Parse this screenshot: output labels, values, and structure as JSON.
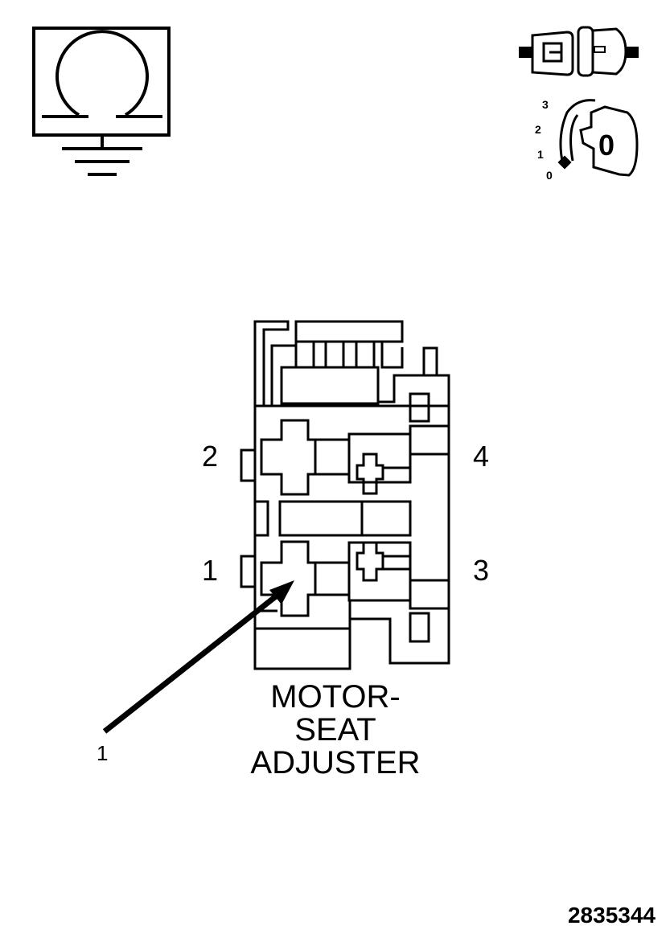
{
  "symbols": {
    "ohmmeter": {
      "icon": "ohmmeter-ground-icon",
      "glyph": "Ω"
    },
    "connector": {
      "icon": "connector-disconnected-icon"
    },
    "ignition": {
      "icon": "ignition-key-icon",
      "positions": [
        "3",
        "2",
        "1",
        "0"
      ],
      "key_label": "0"
    }
  },
  "connector_view": {
    "pin_labels": {
      "top_left": "2",
      "bottom_left": "1",
      "top_right": "4",
      "bottom_right": "3"
    },
    "title_lines": [
      "MOTOR-",
      "SEAT",
      "ADJUSTER"
    ],
    "callout_label": "1"
  },
  "figure_number": "2835344"
}
